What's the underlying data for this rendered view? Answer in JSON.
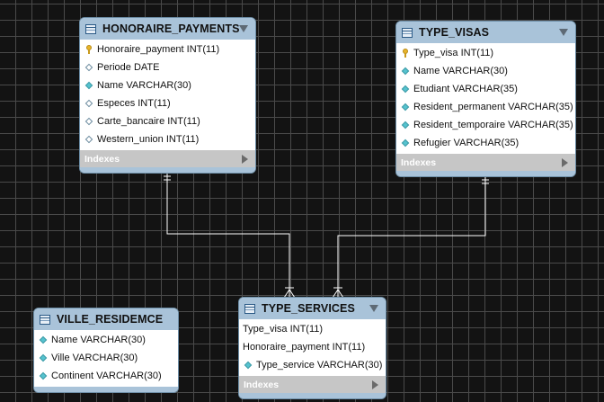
{
  "tables": {
    "honoraire_payments": {
      "title": "HONORAIRE_PAYMENTS",
      "columns": [
        {
          "label": "Honoraire_payment INT(11)",
          "icon": "primary-key-icon"
        },
        {
          "label": "Periode DATE",
          "icon": "nullable-column-icon"
        },
        {
          "label": "Name VARCHAR(30)",
          "icon": "not-null-column-icon"
        },
        {
          "label": "Especes INT(11)",
          "icon": "nullable-column-icon"
        },
        {
          "label": "Carte_bancaire INT(11)",
          "icon": "nullable-column-icon"
        },
        {
          "label": "Western_union INT(11)",
          "icon": "nullable-column-icon"
        }
      ],
      "indexes_label": "Indexes"
    },
    "type_visas": {
      "title": "TYPE_VISAS",
      "columns": [
        {
          "label": "Type_visa INT(11)",
          "icon": "primary-key-icon"
        },
        {
          "label": "Name VARCHAR(30)",
          "icon": "not-null-column-icon"
        },
        {
          "label": "Etudiant VARCHAR(35)",
          "icon": "not-null-column-icon"
        },
        {
          "label": "Resident_permanent VARCHAR(35)",
          "icon": "not-null-column-icon"
        },
        {
          "label": "Resident_temporaire VARCHAR(35)",
          "icon": "not-null-column-icon"
        },
        {
          "label": "Refugier VARCHAR(35)",
          "icon": "not-null-column-icon"
        }
      ],
      "indexes_label": "Indexes"
    },
    "ville_residemce": {
      "title": "VILLE_RESIDEMCE",
      "columns": [
        {
          "label": "Name VARCHAR(30)",
          "icon": "not-null-column-icon"
        },
        {
          "label": "Ville VARCHAR(30)",
          "icon": "not-null-column-icon"
        },
        {
          "label": "Continent VARCHAR(30)",
          "icon": "not-null-column-icon"
        }
      ]
    },
    "type_services": {
      "title": "TYPE_SERVICES",
      "columns": [
        {
          "label": "Type_visa INT(11)",
          "icon": "none"
        },
        {
          "label": "Honoraire_payment INT(11)",
          "icon": "none"
        },
        {
          "label": "Type_service VARCHAR(30)",
          "icon": "not-null-column-icon"
        }
      ],
      "indexes_label": "Indexes"
    }
  },
  "relationships": [
    {
      "from": "HONORAIRE_PAYMENTS",
      "to": "TYPE_SERVICES",
      "cardinality": "one-to-many"
    },
    {
      "from": "TYPE_VISAS",
      "to": "TYPE_SERVICES",
      "cardinality": "one-to-many"
    }
  ],
  "colors": {
    "canvas_background": "#131313",
    "grid_line": "#4a4a4a",
    "table_header": "#a9c3d9",
    "indexes_bar": "#c6c6c6",
    "connector_line": "#ffffff",
    "primary_key": "#e8b42a",
    "not_null_diamond": "#55c3cf"
  }
}
